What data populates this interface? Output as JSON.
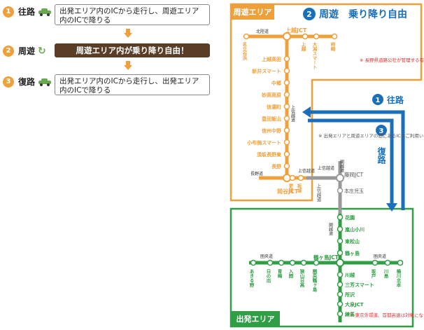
{
  "steps": [
    {
      "num": "1",
      "label": "往路",
      "text": "出発エリア内のICから走行し、周遊エリア内のICで降りる"
    },
    {
      "num": "2",
      "label": "周遊",
      "text": "周遊エリア内が乗り降り自由！"
    },
    {
      "num": "3",
      "label": "復路",
      "text": "出発エリア内のICから走行し、出発エリア内のICで降りる"
    }
  ],
  "areas": {
    "tour": "周遊エリア",
    "depart": "出発エリア"
  },
  "headline": {
    "num": "2",
    "text": "周遊　乗り降り自由"
  },
  "notes": {
    "nagano": "※ 長野県道路公社が管理する有料道路は対象になりません。",
    "middle": "※ 出発エリアと周遊エリアの間にあるICはご利用いただけません。",
    "tokyo": "※ 東京外環道、首都高速は対象になりません"
  },
  "routes": {
    "outbound_num": "1",
    "outbound": "往路",
    "return_num": "3",
    "return": "復路"
  },
  "roads": {
    "hokuriku": "北陸道",
    "joshinetsu1": "上信越道",
    "joshinetsu2": "上信越道",
    "joshinetsu3": "上信越道",
    "nagano": "長野道",
    "kanetsu1": "関越道",
    "kanetsu2": "関越道",
    "chuo1": "圏央道",
    "chuo2": "圏央道"
  },
  "jct": {
    "joetsu": "上越JCT",
    "okaya": "岡谷JCT",
    "fujioka": "藤岡JCT",
    "tsurugashima": "鶴ヶ島JCT",
    "oizumi": "大泉JCT"
  },
  "tour_branch": [
    "名立谷浜",
    "上越",
    "大潟スマート",
    "柿崎"
  ],
  "tour_main": [
    "上越高田",
    "新井スマート",
    "中郷",
    "妙高高原",
    "信濃町",
    "豊田飯山",
    "信州中野",
    "小布施スマート",
    "須坂長野東",
    "長野"
  ],
  "tour_bottom": [
    "更埴",
    "坂城"
  ],
  "middle_line": [
    "上信越道",
    "本庄児玉"
  ],
  "depart_kanetsu": [
    "花園",
    "嵐山小川",
    "東松山",
    "鶴ヶ島"
  ],
  "depart_west": [
    "あきる野",
    "日の出",
    "青梅",
    "入間",
    "狭山日高",
    "圏央鶴ヶ島"
  ],
  "depart_east": [
    "坂戸",
    "川島",
    "桶川北本"
  ],
  "depart_south": [
    "川越",
    "三芳スマート",
    "所沢",
    "大泉JCT",
    "練馬"
  ]
}
